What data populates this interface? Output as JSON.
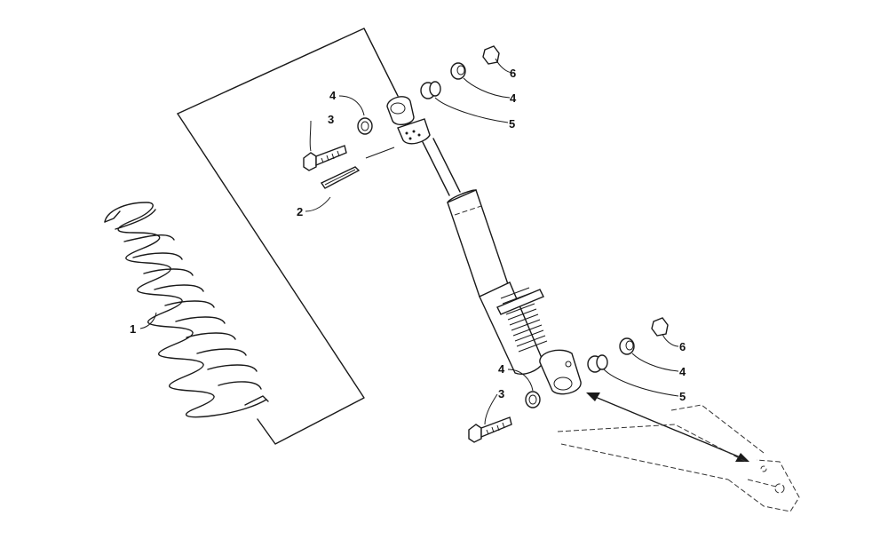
{
  "callouts": {
    "c1": "1",
    "c2": "2",
    "c3a": "3",
    "c4a": "4",
    "c4b": "4",
    "c5a": "5",
    "c6a": "6",
    "c3b": "3",
    "c4c": "4",
    "c4d": "4",
    "c5b": "5",
    "c6b": "6"
  }
}
